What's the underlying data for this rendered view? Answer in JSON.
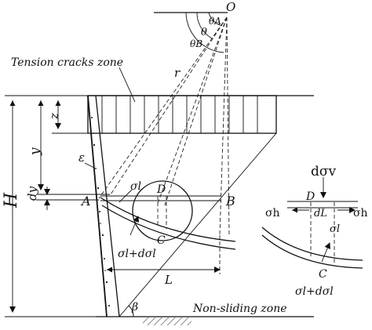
{
  "labels": {
    "origin": "O",
    "theta_a": "θA",
    "theta": "θ",
    "theta_b": "θB",
    "radius": "r",
    "tension_zone": "Tension cracks zone",
    "z": "z",
    "y": "y",
    "H": "H",
    "dy": "dy",
    "epsilon": "ε",
    "point_a": "A",
    "point_b": "B",
    "sigma_l": "σl",
    "point_d": "D",
    "point_c": "C",
    "sigma_l_plus": "σl+dσl",
    "L": "L",
    "beta": "β",
    "non_sliding": "Non-sliding zone",
    "d_sigma_v": "dσv",
    "inset_d": "D",
    "sigma_h_left": "σh",
    "dL": "dL",
    "sigma_h_right": "σh",
    "inset_sigma_l": "σl",
    "inset_c": "C",
    "inset_sigma_l_plus": "σl+dσl"
  }
}
